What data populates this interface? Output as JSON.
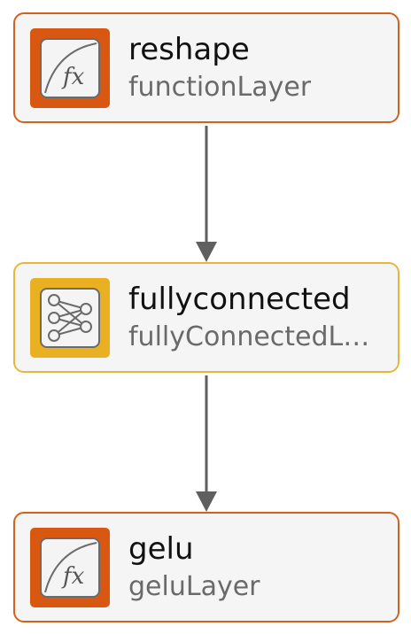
{
  "nodes": [
    {
      "name": "reshape",
      "type": "functionLayer",
      "icon": "function-fx-icon",
      "accent": "#d95811"
    },
    {
      "name": "fullyconnected",
      "type": "fullyConnectedL…",
      "icon": "fully-connected-network-icon",
      "accent": "#e9b022"
    },
    {
      "name": "gelu",
      "type": "geluLayer",
      "icon": "function-fx-icon",
      "accent": "#d95811"
    }
  ],
  "edges": [
    {
      "from": "reshape",
      "to": "fullyconnected"
    },
    {
      "from": "fullyconnected",
      "to": "gelu"
    }
  ],
  "colors": {
    "node_fill": "#f5f5f5",
    "function_border": "#d0621d",
    "fc_border": "#e8b73a",
    "edge": "#5f5f5f"
  }
}
